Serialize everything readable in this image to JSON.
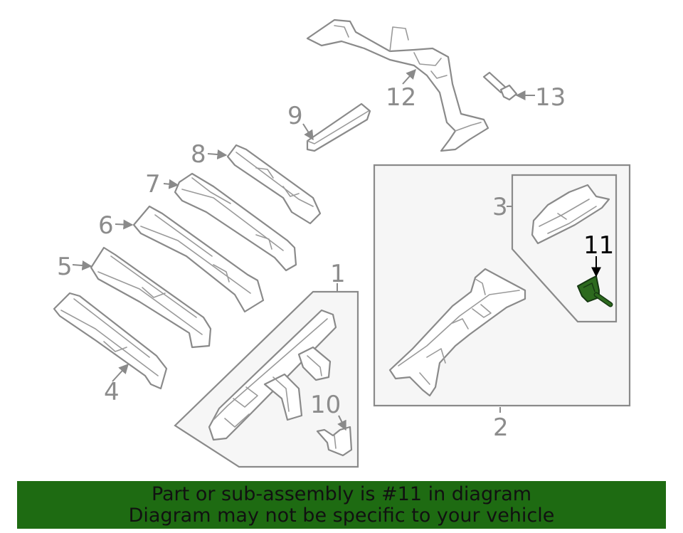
{
  "banner": {
    "line1": "Part or sub-assembly is #11 in diagram",
    "line2": "Diagram may not be specific to your vehicle",
    "color": "#1e6b12"
  },
  "highlight_color": "#2d6a1e",
  "callouts": {
    "c1": "1",
    "c2": "2",
    "c3": "3",
    "c4": "4",
    "c5": "5",
    "c6": "6",
    "c7": "7",
    "c8": "8",
    "c9": "9",
    "c10": "10",
    "c11": "11",
    "c12": "12",
    "c13": "13"
  }
}
